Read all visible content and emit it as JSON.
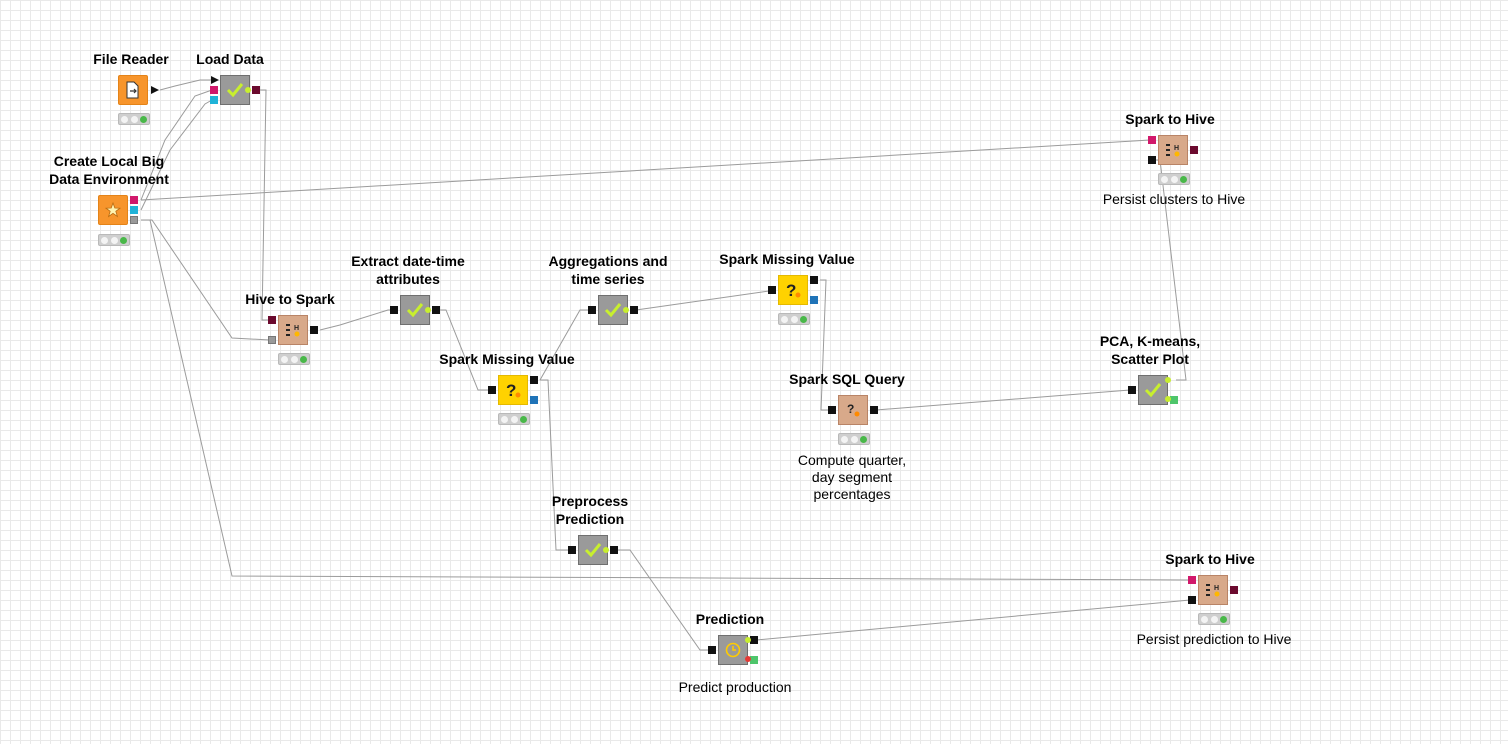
{
  "colors": {
    "gray_node": "#9a9a9a",
    "source_node": "#f7952c",
    "manipulator_node": "#ffd200",
    "spark_hive_node": "#d8a98a",
    "status_green": "#49b849",
    "wire": "#9b9b9b"
  },
  "nodes": {
    "file_reader": {
      "title": "File Reader",
      "icon": "file-import-icon"
    },
    "load_data": {
      "title": "Load Data",
      "icon": "checkmark-icon"
    },
    "local_big_data": {
      "title": "Create Local Big\nData Environment",
      "icon": "star-gear-icon"
    },
    "hive_to_spark": {
      "title": "Hive to Spark",
      "icon": "hive-spark-icon"
    },
    "extract_datetime": {
      "title": "Extract date-time\nattributes",
      "icon": "checkmark-icon"
    },
    "missing_value_1": {
      "title": "Spark Missing Value",
      "icon": "question-mark-icon"
    },
    "aggregations": {
      "title": "Aggregations and\ntime series",
      "icon": "checkmark-icon"
    },
    "missing_value_2": {
      "title": "Spark Missing Value",
      "icon": "question-mark-icon"
    },
    "sql_query": {
      "title": "Spark SQL Query",
      "annotation": "Compute quarter,\nday segment\npercentages",
      "icon": "sql-query-icon"
    },
    "pca_kmeans": {
      "title": "PCA, K-means,\nScatter Plot",
      "icon": "checkmark-icon"
    },
    "spark_to_hive_1": {
      "title": "Spark to Hive",
      "annotation": "Persist clusters to Hive",
      "icon": "hive-spark-icon"
    },
    "preprocess": {
      "title": "Preprocess\nPrediction",
      "icon": "checkmark-icon"
    },
    "prediction": {
      "title": "Prediction",
      "annotation": "Predict production",
      "icon": "clock-icon"
    },
    "spark_to_hive_2": {
      "title": "Spark to Hive",
      "annotation": "Persist prediction to Hive",
      "icon": "hive-spark-icon"
    }
  }
}
